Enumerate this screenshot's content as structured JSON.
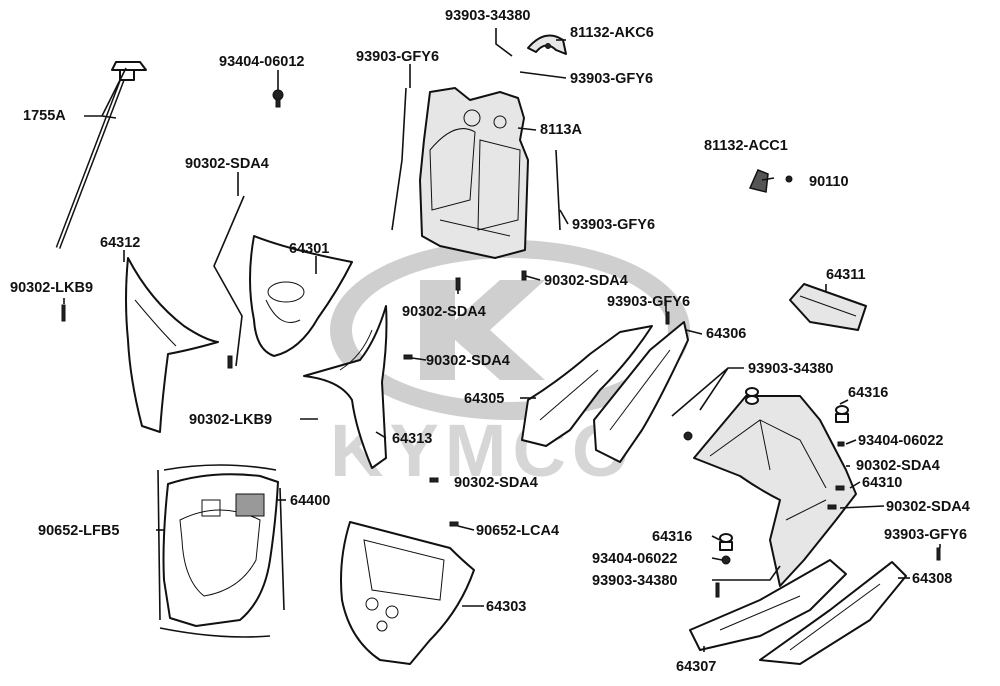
{
  "watermark": {
    "brand": "KYMCO"
  },
  "callouts": [
    {
      "id": "93903-34380-top",
      "text": "93903-34380"
    },
    {
      "id": "81132-AKC6",
      "text": "81132-AKC6"
    },
    {
      "id": "93404-06012",
      "text": "93404-06012"
    },
    {
      "id": "93903-GFY6-a",
      "text": "93903-GFY6"
    },
    {
      "id": "93903-GFY6-b",
      "text": "93903-GFY6"
    },
    {
      "id": "1755A",
      "text": "1755A"
    },
    {
      "id": "8113A",
      "text": "8113A"
    },
    {
      "id": "81132-ACC1",
      "text": "81132-ACC1"
    },
    {
      "id": "90302-SDA4-a",
      "text": "90302-SDA4"
    },
    {
      "id": "90110",
      "text": "90110"
    },
    {
      "id": "93903-GFY6-c",
      "text": "93903-GFY6"
    },
    {
      "id": "64312",
      "text": "64312"
    },
    {
      "id": "64301",
      "text": "64301"
    },
    {
      "id": "90302-LKB9-a",
      "text": "90302-LKB9"
    },
    {
      "id": "90302-SDA4-b",
      "text": "90302-SDA4"
    },
    {
      "id": "64311",
      "text": "64311"
    },
    {
      "id": "93903-GFY6-d",
      "text": "93903-GFY6"
    },
    {
      "id": "90302-SDA4-c",
      "text": "90302-SDA4"
    },
    {
      "id": "64306",
      "text": "64306"
    },
    {
      "id": "90302-SDA4-d",
      "text": "90302-SDA4"
    },
    {
      "id": "93903-34380-mid",
      "text": "93903-34380"
    },
    {
      "id": "64305",
      "text": "64305"
    },
    {
      "id": "64316-a",
      "text": "64316"
    },
    {
      "id": "90302-LKB9-b",
      "text": "90302-LKB9"
    },
    {
      "id": "64313",
      "text": "64313"
    },
    {
      "id": "93404-06022-a",
      "text": "93404-06022"
    },
    {
      "id": "90302-SDA4-e",
      "text": "90302-SDA4"
    },
    {
      "id": "90302-SDA4-f",
      "text": "90302-SDA4"
    },
    {
      "id": "64310",
      "text": "64310"
    },
    {
      "id": "64400",
      "text": "64400"
    },
    {
      "id": "90302-SDA4-g",
      "text": "90302-SDA4"
    },
    {
      "id": "90652-LFB5",
      "text": "90652-LFB5"
    },
    {
      "id": "90652-LCA4",
      "text": "90652-LCA4"
    },
    {
      "id": "93903-GFY6-e",
      "text": "93903-GFY6"
    },
    {
      "id": "64316-b",
      "text": "64316"
    },
    {
      "id": "93404-06022-b",
      "text": "93404-06022"
    },
    {
      "id": "93903-34380-low",
      "text": "93903-34380"
    },
    {
      "id": "64308",
      "text": "64308"
    },
    {
      "id": "64303",
      "text": "64303"
    },
    {
      "id": "64307",
      "text": "64307"
    }
  ]
}
